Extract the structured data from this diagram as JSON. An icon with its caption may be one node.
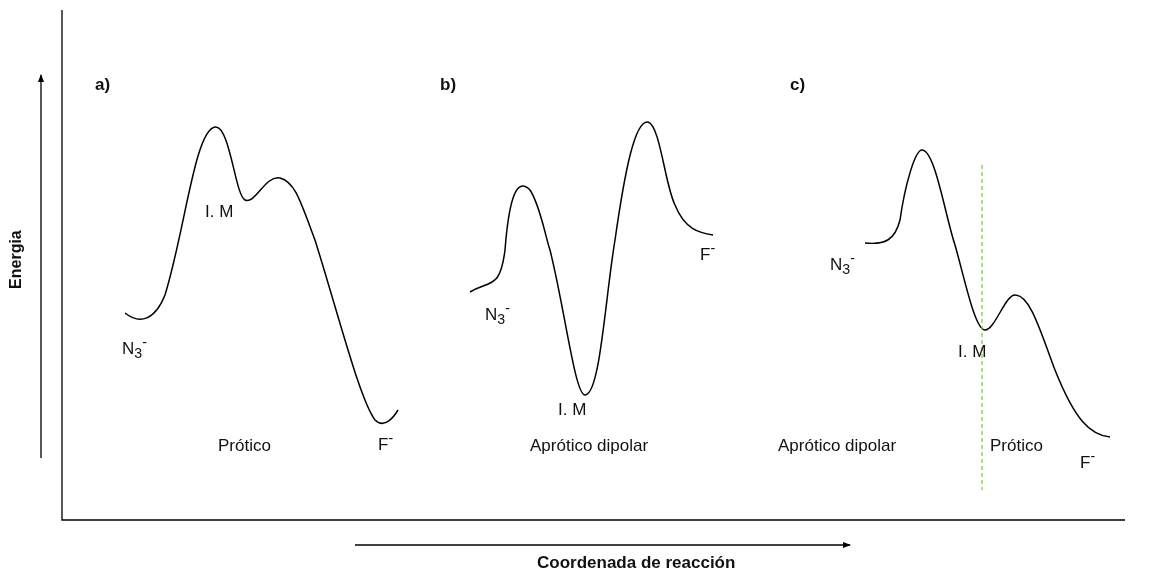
{
  "diagram": {
    "labels": [
      "a)",
      "I. M",
      "N$_{3}$$^{-}$",
      "F$^{-}$",
      "Prótico",
      "b)",
      "F$^{-}$",
      "N$_{3}$$^{-}$",
      "I. M",
      "Aprótico dipolar",
      "c)",
      "N$_{3}$$^{-}$",
      "I. M",
      "F$^{-}$",
      "Aprótico dipolar",
      "Prótico",
      "Energia",
      "Coordenada de reacción"
    ]
  }
}
